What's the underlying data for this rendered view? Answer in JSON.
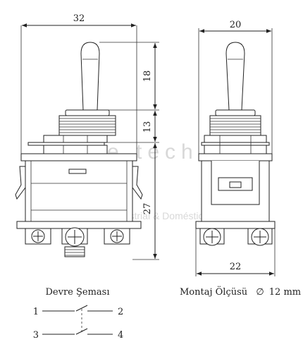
{
  "dimensions": {
    "front_width": "32",
    "lever_height": "18",
    "bushing_height": "13",
    "body_height": "27",
    "side_width": "20",
    "side_bottom_width": "22"
  },
  "watermark": {
    "brand": "store tech",
    "tagline": "Electricidad Industrial & Doméstica"
  },
  "circuit": {
    "title": "Devre Şeması",
    "terminals": [
      "1",
      "2",
      "3",
      "4"
    ]
  },
  "mounting": {
    "label": "Montaj Ölçüsü",
    "symbol": "∅",
    "size": "12 mm"
  }
}
